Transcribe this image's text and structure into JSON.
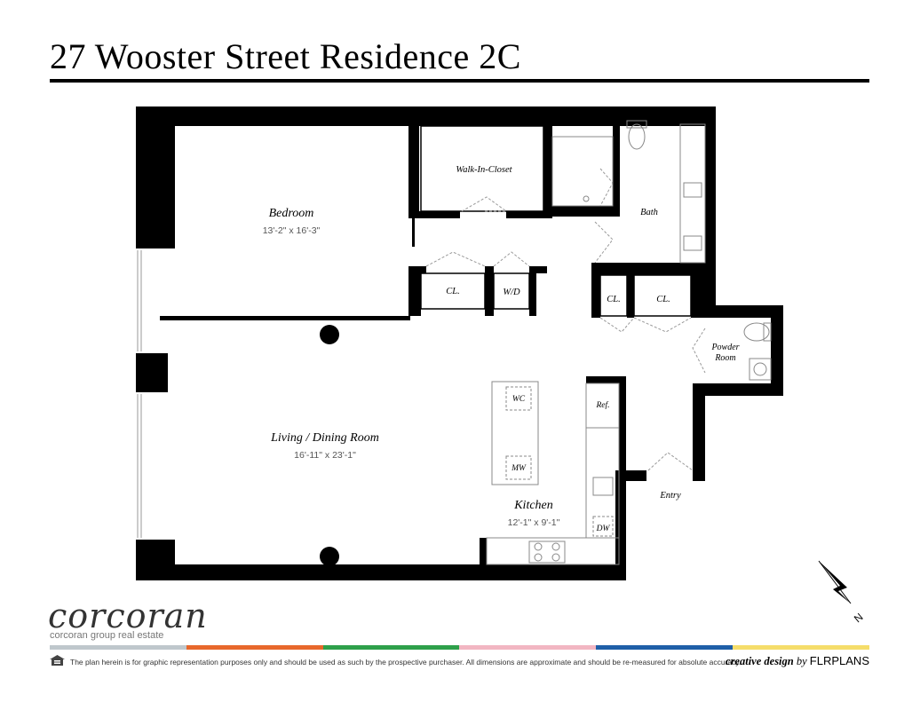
{
  "title": "27 Wooster Street Residence 2C",
  "rooms": {
    "bedroom": {
      "name": "Bedroom",
      "dims": "13'-2\" x 16'-3\""
    },
    "walk_in_closet": {
      "name": "Walk-In-Closet"
    },
    "bath": {
      "name": "Bath"
    },
    "closet_1": {
      "name": "CL."
    },
    "wd": {
      "name": "W/D"
    },
    "closet_2": {
      "name": "CL."
    },
    "closet_3": {
      "name": "CL."
    },
    "powder_room": {
      "name_line1": "Powder",
      "name_line2": "Room"
    },
    "living": {
      "name": "Living / Dining Room",
      "dims": "16'-11\" x 23'-1\""
    },
    "kitchen": {
      "name": "Kitchen",
      "dims": "12'-1\" x 9'-1\""
    },
    "entry": {
      "name": "Entry"
    }
  },
  "appliances": {
    "wc": "WC",
    "mw": "MW",
    "ref": "Ref.",
    "dw": "DW"
  },
  "compass": {
    "label": "N"
  },
  "footer": {
    "brand": "corcoran",
    "brand_sub": "corcoran group real estate",
    "disclaimer": "The plan herein is for graphic representation purposes only and should be used as such by the prospective purchaser. All dimensions are approximate and should be re-measured for absolute accuracy.",
    "credit_italic": "creative design",
    "credit_by": "by",
    "credit_brand": "FLRPLANS",
    "stripe_colors": [
      "#bfc7cc",
      "#e8682b",
      "#2ea04a",
      "#f2b6c2",
      "#1f5fa8",
      "#f5dd6a"
    ]
  }
}
